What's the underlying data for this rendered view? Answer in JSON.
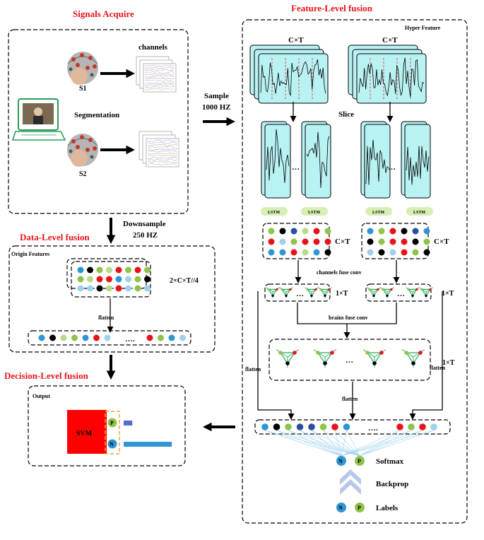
{
  "sections": {
    "signals_acquire": "Signals Acquire",
    "feature_level": "Feature-Level fusion",
    "data_level": "Data-Level fusion",
    "decision_level": "Decision-Level fusion"
  },
  "labels": {
    "channels": "channels",
    "s1": "S1",
    "s2": "S2",
    "segmentation": "Segmentation",
    "sample": "Sample",
    "sample_rate": "1000 HZ",
    "downsample": "Downsample",
    "downsample_rate": "250  HZ",
    "hyper_feature": "Hyper Feature",
    "cxt_a": "C×T",
    "cxt_b": "C×T",
    "slice": "Slice",
    "lstm": "LSTM",
    "cxt_c": "C×T",
    "cxt_d": "C×T",
    "channels_fuse": "channels fuse conv",
    "one_t_a": "1×T",
    "one_t_b": "1×T",
    "brains_fuse": "brains fuse conv",
    "one_t_c": "1×T",
    "flatten_left": "flatten",
    "flatten_right": "flatten",
    "flatten_mid": "flatten",
    "origin_features": "Origin Features",
    "origin_dim": "2×C×T//4",
    "flatten_data": "flatten",
    "output": "Output",
    "svm": "SVM",
    "p": "P",
    "n": "N",
    "softmax": "Softmax",
    "backprop": "Backprop",
    "labels": "Labels",
    "dots": "…",
    "dots_long": "…."
  },
  "colors": {
    "title_red": "#e8131a",
    "panel_cyan": "#b9f2f3",
    "lstm_green": "#d7eeb4",
    "svm_red": "#ff0000",
    "bar_blue": "#2d96d3",
    "bar_purple": "#5a6ac8",
    "node_green": "#8fc34a",
    "node_red": "#e8131a",
    "node_blue": "#2d96d3",
    "orange": "#f2a43a"
  },
  "output_bars": {
    "p_level": 0.18,
    "n_level": 1.0
  }
}
